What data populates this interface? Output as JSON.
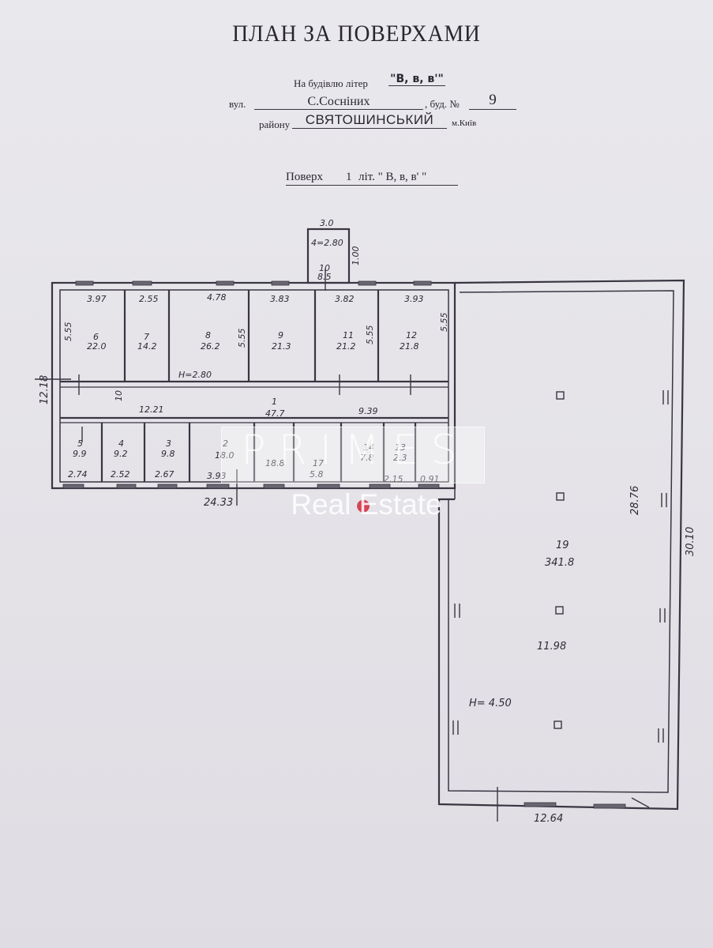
{
  "document": {
    "title": "ПЛАН ЗА ПОВЕРХАМИ",
    "letter_label": "На будівлю літер",
    "letter_value": "\"В, в, в'\"",
    "street_label": "вул.",
    "street_value": "С.Сосніних",
    "building_label": ", буд. №",
    "building_value": "9",
    "district_label": "району",
    "district_value": "СВЯТОШИНСЬКИЙ",
    "city": "м.Київ",
    "floor_label": "Поверх",
    "floor_value": "1",
    "floor_letter": "літ. \" В, в, в' \""
  },
  "plan": {
    "top_width": "3.0",
    "entry_area": "4=2.80",
    "entry_room": "10",
    "entry_room_area": "8.5",
    "entry_side": "1.00",
    "upper_widths": [
      "3.97",
      "2.55",
      "4.78",
      "3.83",
      "3.82",
      "3.93"
    ],
    "upper_rooms": [
      {
        "id": "6",
        "area": "22.0"
      },
      {
        "id": "7",
        "area": "14.2"
      },
      {
        "id": "8",
        "area": "26.2"
      },
      {
        "id": "9",
        "area": "21.3"
      },
      {
        "id": "11",
        "area": "21.2"
      },
      {
        "id": "12",
        "area": "21.8"
      }
    ],
    "side_left_depth": "5.55",
    "room8_depth": "5.55",
    "room11_depth": "5.55",
    "room12_depth": "5.55",
    "height_left": "H=2.80",
    "left_total": "12.18",
    "corridor_left": "12.21",
    "corridor_right": "9.39",
    "corridor_mark": "10",
    "corridor_room": "1",
    "corridor_area": "47.7",
    "lower_rooms": [
      {
        "id": "5",
        "area": "9.9"
      },
      {
        "id": "4",
        "area": "9.2"
      },
      {
        "id": "3",
        "area": "9.8"
      },
      {
        "id": "2",
        "area": "18.0"
      },
      {
        "id": "17",
        "area": "5.8"
      },
      {
        "id": "14",
        "area": "7.8"
      },
      {
        "id": "13",
        "area": "2.3"
      }
    ],
    "lower_widths": [
      "2.74",
      "2.52",
      "2.67",
      "3.93",
      "2.15",
      "0.91"
    ],
    "corridor_small": "18.8",
    "bottom_total": "24.33",
    "hall_room": "19",
    "hall_area": "341.8",
    "hall_width_inner": "11.98",
    "hall_height": "H= 4.50",
    "hall_depth_inner": "28.76",
    "hall_depth_outer": "30.10",
    "hall_bottom": "12.64"
  },
  "watermark": {
    "brand": "PRIMES",
    "subtitle": "Real Estate"
  }
}
